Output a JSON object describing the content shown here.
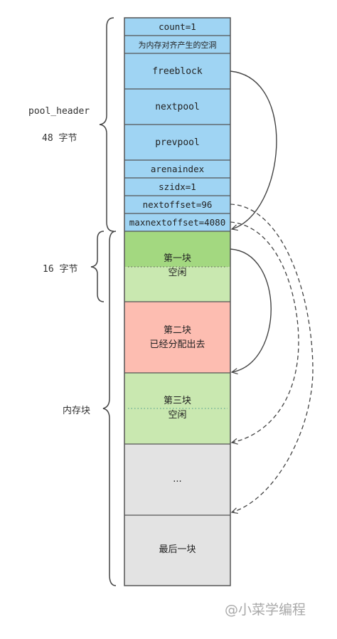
{
  "labels": {
    "pool_header": "pool_header",
    "header_size": "48 字节",
    "block_size": "16 字节",
    "memory_blocks": "内存块"
  },
  "header_fields": [
    "count=1",
    "为内存对齐产生的空洞",
    "freeblock",
    "nextpool",
    "prevpool",
    "arenaindex",
    "szidx=1",
    "nextoffset=96",
    "maxnextoffset=4080"
  ],
  "blocks": {
    "first_title": "第一块",
    "first_status": "空闲",
    "second_title": "第二块",
    "second_status": "已经分配出去",
    "third_title": "第三块",
    "third_status": "空闲",
    "ellipsis": "...",
    "last": "最后一块"
  },
  "watermark": "@小菜学编程",
  "colors": {
    "header_blue": "#9fd4f3",
    "free_green_dark": "#a3d880",
    "free_green_light": "#c9e8b0",
    "allocated_red": "#fdbdb1",
    "unused_gray": "#e3e3e3"
  }
}
